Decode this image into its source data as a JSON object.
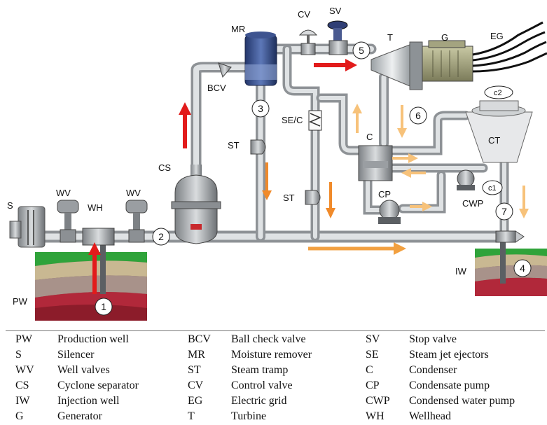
{
  "diagram": {
    "labels": {
      "S": "S",
      "WV1": "WV",
      "WV2": "WV",
      "WH": "WH",
      "PW": "PW",
      "CS": "CS",
      "BCV": "BCV",
      "MR": "MR",
      "CV": "CV",
      "SV": "SV",
      "T": "T",
      "G": "G",
      "EG": "EG",
      "ST1": "ST",
      "ST2": "ST",
      "SEC": "SE/C",
      "C": "C",
      "CP": "CP",
      "CT": "CT",
      "CWP": "CWP",
      "IW": "IW",
      "c1": "c1",
      "c2": "c2"
    },
    "points": [
      "1",
      "2",
      "3",
      "4",
      "5",
      "6",
      "7"
    ],
    "colors": {
      "pipe": "#b9bcbf",
      "arrow_red": "#e21b1b",
      "arrow_orange": "#f2a040",
      "arrow_light": "#f7c27a",
      "ground_top": "#2fa33a"
    }
  },
  "legend": {
    "rows": [
      [
        [
          "PW",
          "Production well"
        ],
        [
          "BCV",
          "Ball check valve"
        ],
        [
          "SV",
          "Stop valve"
        ]
      ],
      [
        [
          "S",
          "Silencer"
        ],
        [
          "MR",
          "Moisture remover"
        ],
        [
          "SE",
          "Steam jet ejectors"
        ]
      ],
      [
        [
          "WV",
          "Well valves"
        ],
        [
          "ST",
          "Steam tramp"
        ],
        [
          "C",
          "Condenser"
        ]
      ],
      [
        [
          "CS",
          "Cyclone separator"
        ],
        [
          "CV",
          "Control valve"
        ],
        [
          "CP",
          "Condensate pump"
        ]
      ],
      [
        [
          "IW",
          "Injection well"
        ],
        [
          "EG",
          "Electric grid"
        ],
        [
          "CWP",
          "Condensed water pump"
        ]
      ],
      [
        [
          "G",
          "Generator"
        ],
        [
          "T",
          "Turbine"
        ],
        [
          "WH",
          "Wellhead"
        ]
      ]
    ]
  }
}
